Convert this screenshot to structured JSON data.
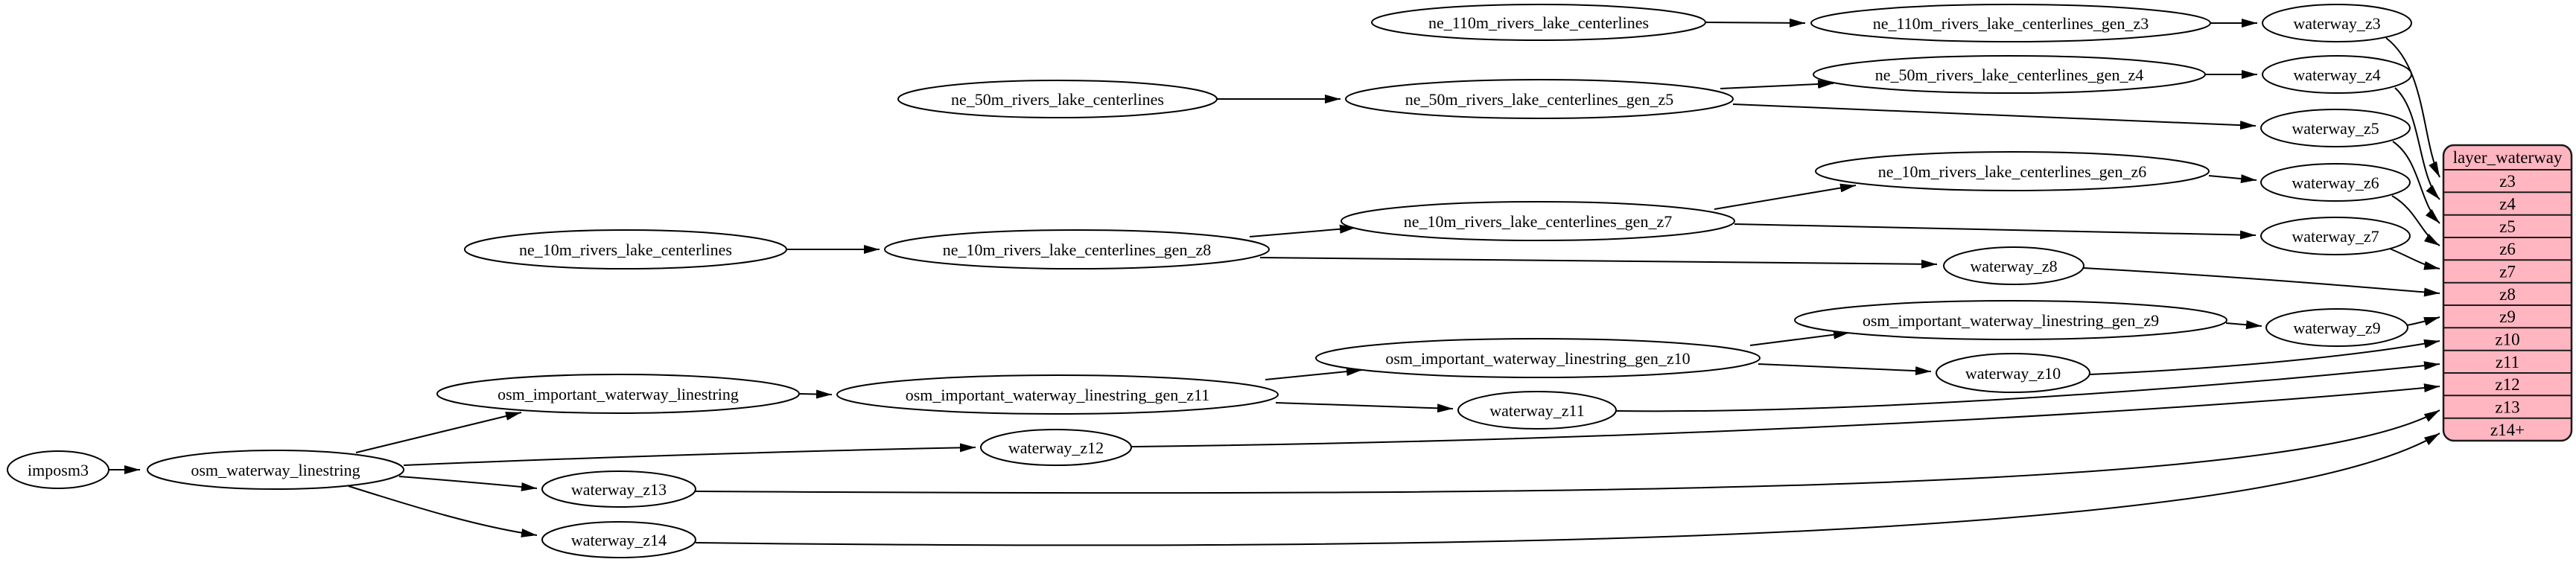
{
  "nodes": {
    "imposm3": "imposm3",
    "osm_waterway_linestring": "osm_waterway_linestring",
    "osm_important_waterway_linestring": "osm_important_waterway_linestring",
    "osm_important_waterway_linestring_gen_z11": "osm_important_waterway_linestring_gen_z11",
    "osm_important_waterway_linestring_gen_z10": "osm_important_waterway_linestring_gen_z10",
    "osm_important_waterway_linestring_gen_z9": "osm_important_waterway_linestring_gen_z9",
    "ne_110m_rivers_lake_centerlines": "ne_110m_rivers_lake_centerlines",
    "ne_110m_rivers_lake_centerlines_gen_z3": "ne_110m_rivers_lake_centerlines_gen_z3",
    "ne_50m_rivers_lake_centerlines": "ne_50m_rivers_lake_centerlines",
    "ne_50m_rivers_lake_centerlines_gen_z5": "ne_50m_rivers_lake_centerlines_gen_z5",
    "ne_50m_rivers_lake_centerlines_gen_z4": "ne_50m_rivers_lake_centerlines_gen_z4",
    "ne_10m_rivers_lake_centerlines": "ne_10m_rivers_lake_centerlines",
    "ne_10m_rivers_lake_centerlines_gen_z8": "ne_10m_rivers_lake_centerlines_gen_z8",
    "ne_10m_rivers_lake_centerlines_gen_z7": "ne_10m_rivers_lake_centerlines_gen_z7",
    "ne_10m_rivers_lake_centerlines_gen_z6": "ne_10m_rivers_lake_centerlines_gen_z6",
    "waterway_z3": "waterway_z3",
    "waterway_z4": "waterway_z4",
    "waterway_z5": "waterway_z5",
    "waterway_z6": "waterway_z6",
    "waterway_z7": "waterway_z7",
    "waterway_z8": "waterway_z8",
    "waterway_z9": "waterway_z9",
    "waterway_z10": "waterway_z10",
    "waterway_z11": "waterway_z11",
    "waterway_z12": "waterway_z12",
    "waterway_z13": "waterway_z13",
    "waterway_z14": "waterway_z14"
  },
  "table": {
    "header": "layer_waterway",
    "rows": [
      "z3",
      "z4",
      "z5",
      "z6",
      "z7",
      "z8",
      "z9",
      "z10",
      "z11",
      "z12",
      "z13",
      "z14+"
    ],
    "fill_color": "#ffb6c1",
    "border_color": "#1a1a1a"
  },
  "edges": [
    [
      "imposm3",
      "osm_waterway_linestring"
    ],
    [
      "osm_waterway_linestring",
      "osm_important_waterway_linestring"
    ],
    [
      "osm_waterway_linestring",
      "waterway_z12"
    ],
    [
      "osm_waterway_linestring",
      "waterway_z13"
    ],
    [
      "osm_waterway_linestring",
      "waterway_z14"
    ],
    [
      "osm_important_waterway_linestring",
      "osm_important_waterway_linestring_gen_z11"
    ],
    [
      "osm_important_waterway_linestring_gen_z11",
      "osm_important_waterway_linestring_gen_z10"
    ],
    [
      "osm_important_waterway_linestring_gen_z11",
      "waterway_z11"
    ],
    [
      "osm_important_waterway_linestring_gen_z10",
      "osm_important_waterway_linestring_gen_z9"
    ],
    [
      "osm_important_waterway_linestring_gen_z10",
      "waterway_z10"
    ],
    [
      "osm_important_waterway_linestring_gen_z9",
      "waterway_z9"
    ],
    [
      "ne_110m_rivers_lake_centerlines",
      "ne_110m_rivers_lake_centerlines_gen_z3"
    ],
    [
      "ne_110m_rivers_lake_centerlines_gen_z3",
      "waterway_z3"
    ],
    [
      "ne_50m_rivers_lake_centerlines",
      "ne_50m_rivers_lake_centerlines_gen_z5"
    ],
    [
      "ne_50m_rivers_lake_centerlines_gen_z5",
      "ne_50m_rivers_lake_centerlines_gen_z4"
    ],
    [
      "ne_50m_rivers_lake_centerlines_gen_z5",
      "waterway_z5"
    ],
    [
      "ne_50m_rivers_lake_centerlines_gen_z4",
      "waterway_z4"
    ],
    [
      "ne_10m_rivers_lake_centerlines",
      "ne_10m_rivers_lake_centerlines_gen_z8"
    ],
    [
      "ne_10m_rivers_lake_centerlines_gen_z8",
      "ne_10m_rivers_lake_centerlines_gen_z7"
    ],
    [
      "ne_10m_rivers_lake_centerlines_gen_z8",
      "waterway_z8"
    ],
    [
      "ne_10m_rivers_lake_centerlines_gen_z7",
      "ne_10m_rivers_lake_centerlines_gen_z6"
    ],
    [
      "ne_10m_rivers_lake_centerlines_gen_z7",
      "waterway_z7"
    ],
    [
      "ne_10m_rivers_lake_centerlines_gen_z6",
      "waterway_z6"
    ],
    [
      "waterway_z3",
      "layer_waterway.z3"
    ],
    [
      "waterway_z4",
      "layer_waterway.z4"
    ],
    [
      "waterway_z5",
      "layer_waterway.z5"
    ],
    [
      "waterway_z6",
      "layer_waterway.z6"
    ],
    [
      "waterway_z7",
      "layer_waterway.z7"
    ],
    [
      "waterway_z8",
      "layer_waterway.z8"
    ],
    [
      "waterway_z9",
      "layer_waterway.z9"
    ],
    [
      "waterway_z10",
      "layer_waterway.z10"
    ],
    [
      "waterway_z11",
      "layer_waterway.z11"
    ],
    [
      "waterway_z12",
      "layer_waterway.z12"
    ],
    [
      "waterway_z13",
      "layer_waterway.z13"
    ],
    [
      "waterway_z14",
      "layer_waterway.z14+"
    ]
  ]
}
